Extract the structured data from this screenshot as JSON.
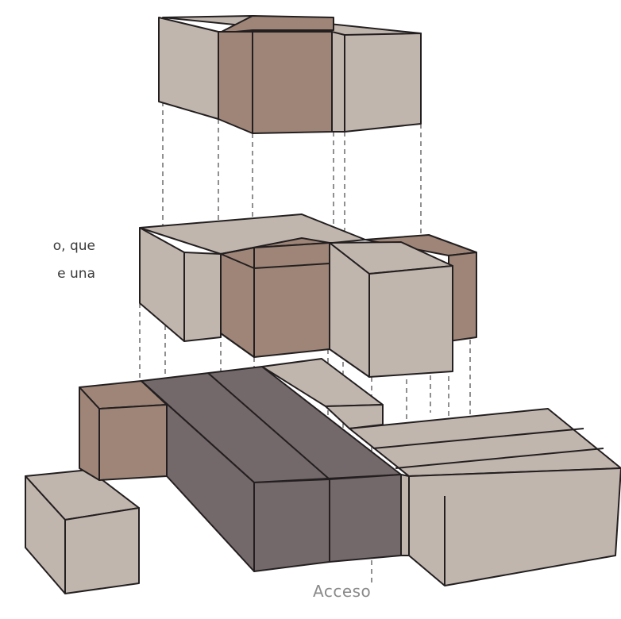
{
  "text": {
    "line1": "o, que",
    "line2": "e una",
    "access_label": "Acceso"
  },
  "colors": {
    "light": "#c1b6ae",
    "mid": "#9e8577",
    "dark": "#73686a",
    "stroke": "#231f20"
  }
}
